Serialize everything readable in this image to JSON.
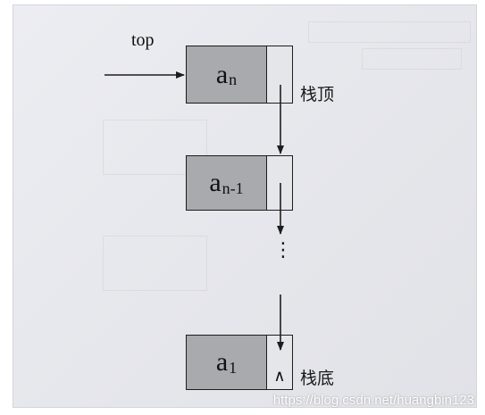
{
  "diagram": {
    "pointer_label": "top",
    "nodes": [
      {
        "data_base": "a",
        "data_sub": "n",
        "next_text": ""
      },
      {
        "data_base": "a",
        "data_sub": "n-1",
        "next_text": ""
      },
      {
        "data_base": "a",
        "data_sub": "1",
        "next_text": "∧"
      }
    ],
    "ellipsis": "⋮",
    "stack_top_label": "栈顶",
    "stack_bottom_label": "栈底"
  },
  "watermark": "https://blog.csdn.net/huangbin123",
  "colors": {
    "data_cell": "#a9aaad",
    "border": "#1d1d1d",
    "paper": "#e6e7ec"
  }
}
